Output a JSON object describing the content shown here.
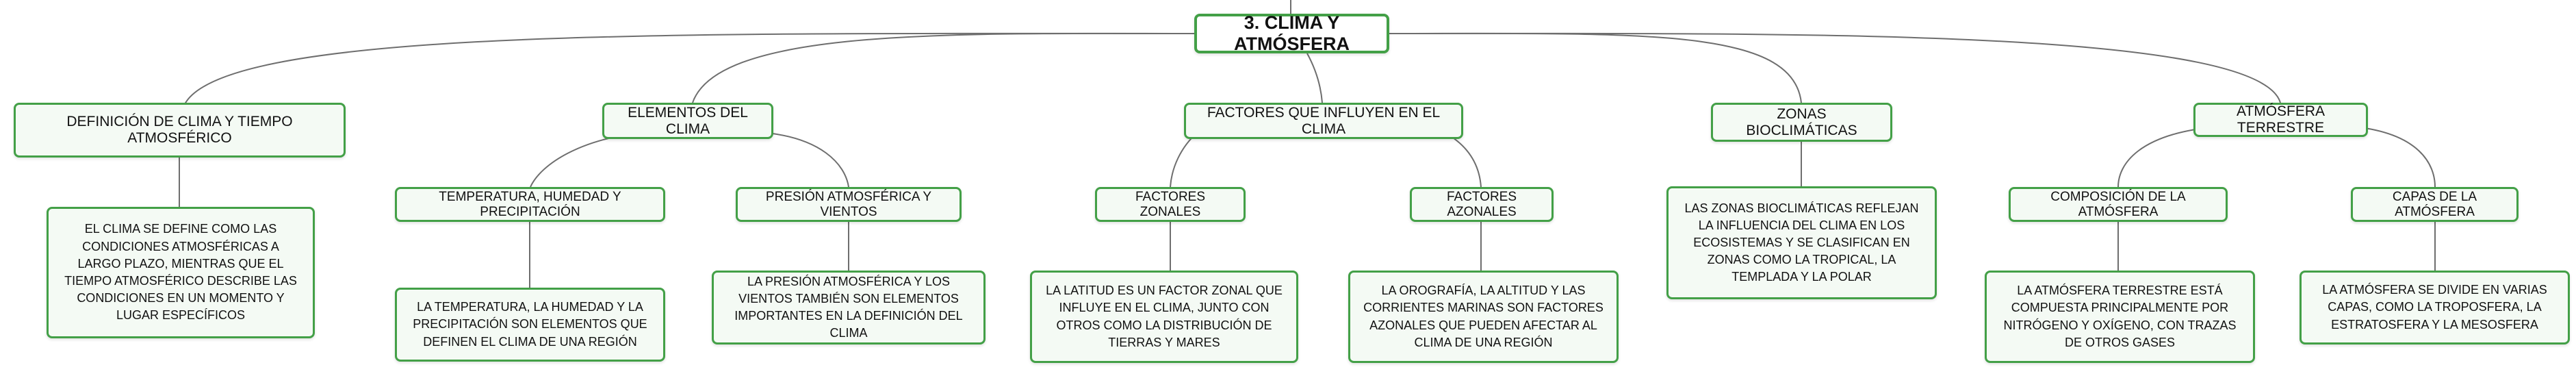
{
  "colors": {
    "border": "#43a047",
    "fill": "#f4faf4",
    "line": "#6e6e6e"
  },
  "root": {
    "label": "3. Clima y atmósfera"
  },
  "topics": {
    "definicion": "Definición de clima y tiempo atmosférico",
    "elementos": "Elementos del clima",
    "factores": "Factores que influyen en el clima",
    "zonas": "Zonas bioclimáticas",
    "atmosfera": "Atmósfera terrestre"
  },
  "subtopics": {
    "temperatura": "Temperatura, humedad y precipitación",
    "presion": "Presión atmosférica y vientos",
    "zonales": "Factores zonales",
    "azonales": "Factores azonales",
    "composicion": "Composición de la atmósfera",
    "capas": "Capas de la atmósfera"
  },
  "leaves": {
    "definicion": "El clima se define como las condiciones atmosféricas a largo plazo, mientras que el tiempo atmosférico describe las condiciones en un momento y lugar específicos",
    "temperatura": "La temperatura, la humedad y la precipitación son elementos que definen el clima de una región",
    "presion": "La presión atmosférica y los vientos también son elementos importantes en la definición del clima",
    "zonales": "La latitud es un factor zonal que influye en el clima, junto con otros como la distribución de tierras y mares",
    "azonales": "La orografía, la altitud y las corrientes marinas son factores azonales que pueden afectar al clima de una región",
    "zonas": "Las zonas bioclimáticas reflejan la influencia del clima en los ecosistemas y se clasifican en zonas como la tropical, la templada y la polar",
    "composicion": "La atmósfera terrestre está compuesta principalmente por nitrógeno y oxígeno, con trazas de otros gases",
    "capas": "La atmósfera se divide en varias capas, como la troposfera, la estratosfera y la mesosfera"
  }
}
